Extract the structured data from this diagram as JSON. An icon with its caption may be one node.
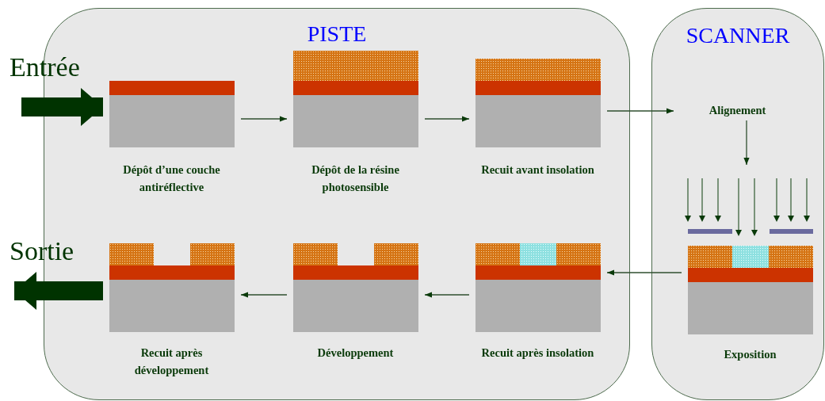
{
  "diagram": {
    "nodes": [
      {
        "text": [
          "PISTE"
        ]
      },
      {
        "text": [
          "SCANNER"
        ]
      },
      {
        "text": [
          "Dépôt d’une couche antiréflective"
        ],
        "in": 0
      },
      {
        "text": [
          "Dépôt de la résine photosensible"
        ],
        "in": 0
      },
      {
        "text": [
          "Recuit avant insolation"
        ],
        "in": 0
      },
      {
        "text": [
          "Alignement"
        ],
        "in": 1
      },
      {
        "text": [
          "Exposition"
        ],
        "in": 1
      },
      {
        "text": [
          "Recuit après insolation"
        ],
        "in": 0
      },
      {
        "text": [
          "Développement"
        ],
        "in": 0
      },
      {
        "text": [
          "Recuit après développement"
        ],
        "in": 0
      }
    ],
    "edges": [
      {
        "from": null,
        "to": 2,
        "arrow": "to",
        "style": "thick"
      },
      {
        "from": 2,
        "to": 3,
        "arrow": "to"
      },
      {
        "from": 3,
        "to": 4,
        "arrow": "to"
      },
      {
        "from": 4,
        "to": 5,
        "arrow": "to"
      },
      {
        "from": 5,
        "to": 6,
        "arrow": "to"
      },
      {
        "from": 6,
        "to": 7,
        "arrow": "to"
      },
      {
        "from": 7,
        "to": 8,
        "arrow": "to"
      },
      {
        "from": 8,
        "to": 9,
        "arrow": "to"
      },
      {
        "from": 9,
        "to": null,
        "arrow": "to",
        "style": "thick"
      }
    ],
    "labels": [
      "Entrée",
      "Sortie"
    ]
  }
}
